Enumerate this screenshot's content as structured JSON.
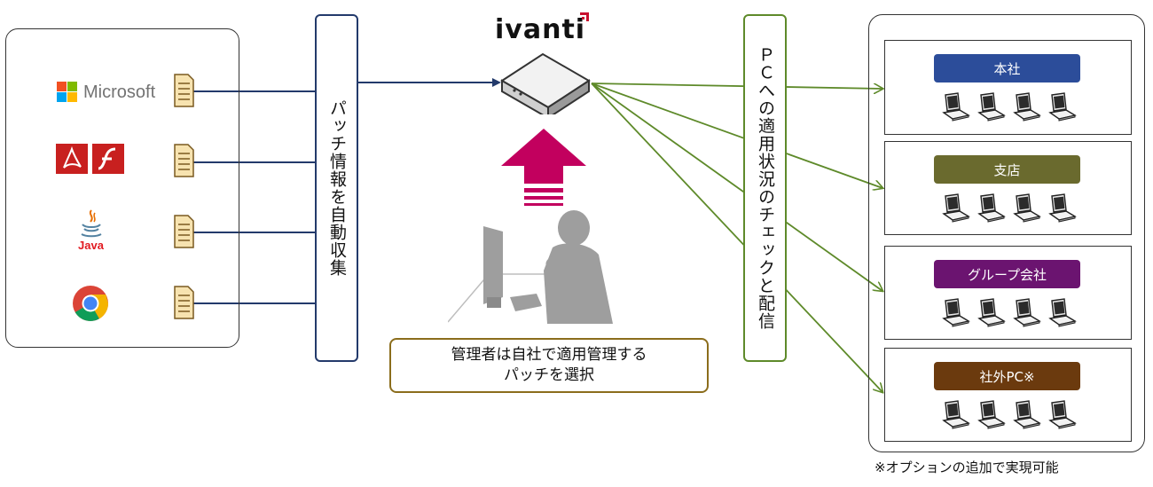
{
  "vendors": [
    {
      "name": "microsoft",
      "label": "Microsoft"
    },
    {
      "name": "adobe",
      "label": ""
    },
    {
      "name": "java",
      "label": "Java"
    },
    {
      "name": "chrome",
      "label": ""
    }
  ],
  "collect_label": "パッチ情報を自動収集",
  "brand": {
    "logo_text": "ivanti",
    "color": "#c8102e"
  },
  "admin_message": {
    "line1": "管理者は自社で適用管理する",
    "line2": "パッチを選択"
  },
  "distribute_label": "ＰＣへの適用状況のチェックと配信",
  "sites": [
    {
      "label": "本社",
      "color": "#2c4d9a"
    },
    {
      "label": "支店",
      "color": "#6a6a2e"
    },
    {
      "label": "グループ会社",
      "color": "#6b1470"
    },
    {
      "label": "社外PC※",
      "color": "#6b3a0e"
    }
  ],
  "footnote": "※オプションの追加で実現可能",
  "colors": {
    "collect_line": "#233a6b",
    "distribute_line": "#5e8a2a",
    "upload_arrow": "#c2005e",
    "message_border": "#8b6d1c"
  }
}
